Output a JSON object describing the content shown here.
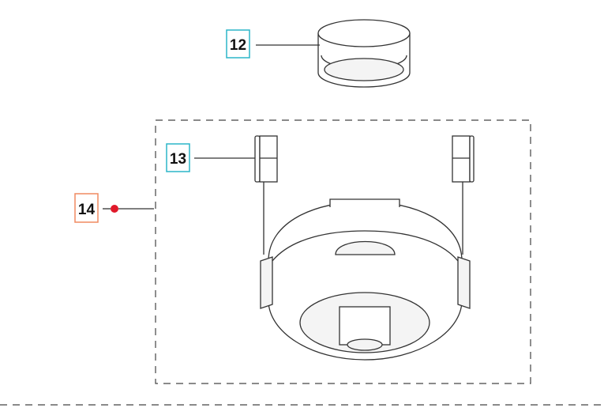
{
  "diagram": {
    "callouts": [
      {
        "number": "12",
        "part": "cap",
        "border_color": "#2bb5c8"
      },
      {
        "number": "13",
        "part": "line-clip",
        "border_color": "#2bb5c8"
      },
      {
        "number": "14",
        "part": "trimmer-head-assembly",
        "border_color": "#f08a60",
        "marker_color": "#e0192a"
      }
    ]
  }
}
